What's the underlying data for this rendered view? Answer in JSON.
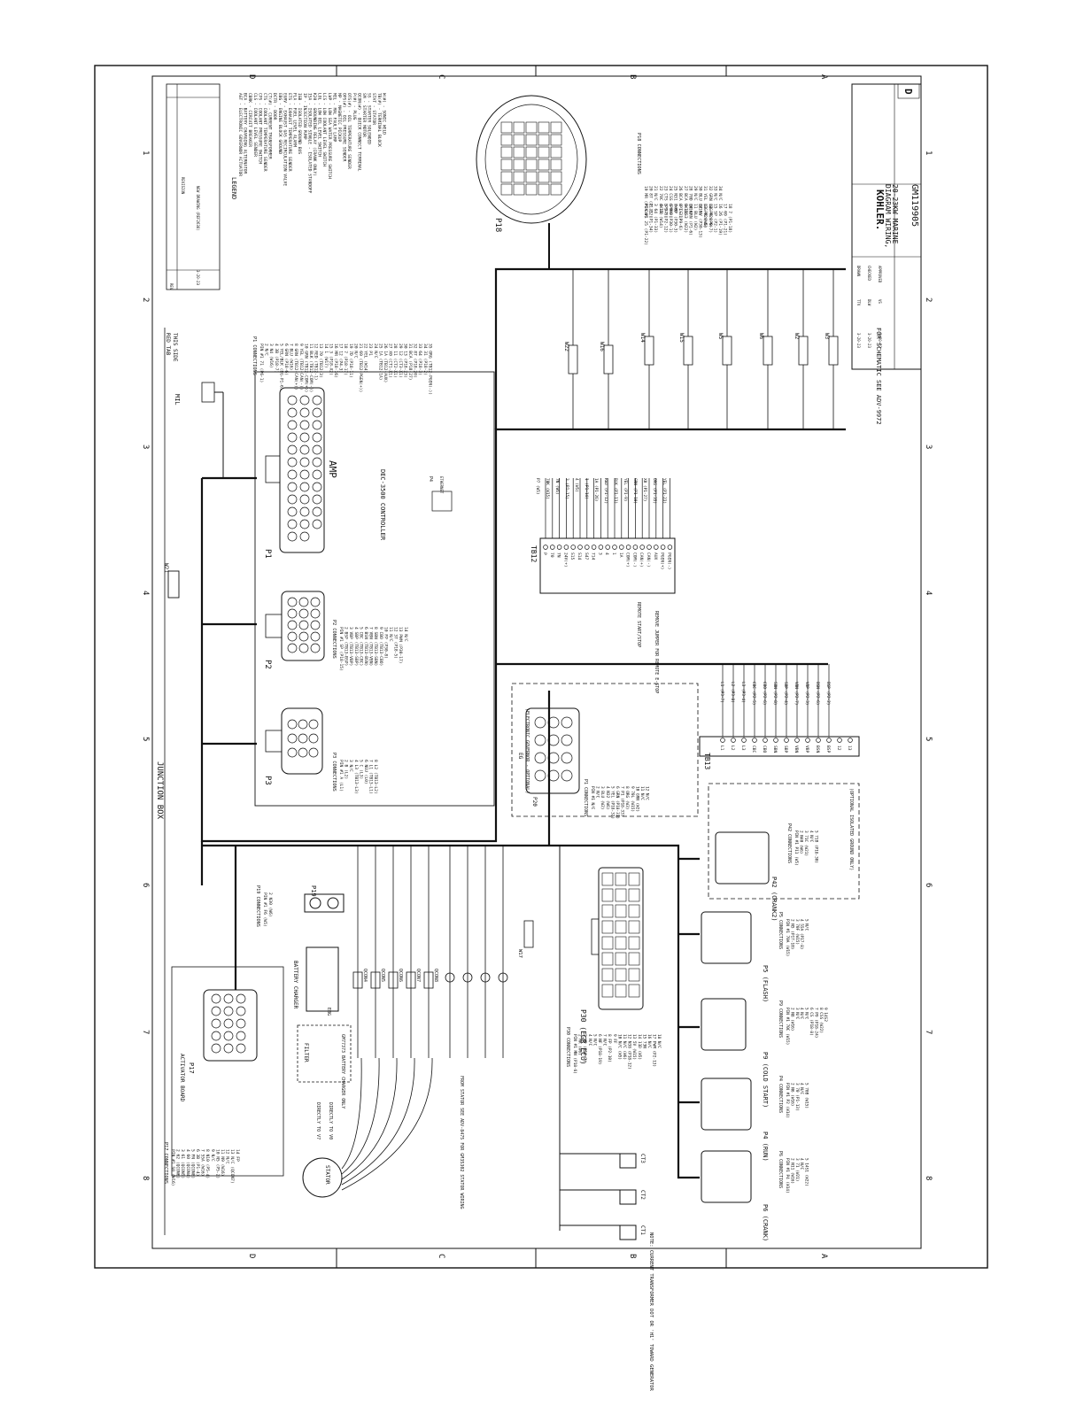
{
  "sheet": {
    "zones_side": [
      "D",
      "C",
      "B",
      "A"
    ],
    "zones_top": [
      "1",
      "2",
      "3",
      "4",
      "5",
      "6",
      "7",
      "8"
    ]
  },
  "title_block": {
    "brand": "KOHLER.",
    "title_line1": "DIAGRAM WIRING,",
    "title_line2": "20-23KW MARINE",
    "doc_number": "GM119905",
    "size": "D",
    "rev_table": [
      "REV",
      "DATE",
      "REVISION",
      "-",
      "3-20-23",
      "NEW DRAWING (REF2638)"
    ],
    "approvals": [
      "DRAWN",
      "TTV",
      "3-20-23",
      "CHECKED",
      "DLW",
      "3-20-23",
      "APPROVED",
      "VS",
      "3-20-23"
    ]
  },
  "legend": {
    "title": "LEGEND",
    "items": [
      "AGT - ELECTRONIC GOVERNOR ACTUATOR",
      "BCA - BATTERY CHARGING ALTERNATOR",
      "CBRK - CIRCUIT BREAKER",
      "CLS - COOLANT LEVEL SENDER",
      "CPS - COOLANT PRESSURE SWITCH",
      "CTS - COOLANT TEMPERATURE SENDER",
      "CT(#) - CURRENT TRANSFORMER",
      "DCTR - DOOR",
      "EBG - ENGINE BLOCK GROUND",
      "EGRV - EXHAUST GAS RECIRCULATION VALVE",
      "ETS - EXHAUST TEMPERATURE SENDER",
      "FLA - FUEL LEVEL ALARM",
      "IGB - ISOLATED GROUND BUS",
      "IP - INJECTION PUMP",
      "ISA - ISOLATED SINGLE - ISOLATED STANDOFF",
      "K20 - GROUNDING RELAY (CRANK ONLY)",
      "LOL - LOW OIL LEVEL SWITCH",
      "LCS - LOW COOLANT LEVEL SWITCH",
      "LWP - LOW SEA WATER PRESSURE SWITCH",
      "MIL - MAL FAULT LAMP",
      "MP - MAGNETIC PICKUP",
      "OPS(#) - OIL PRESSURE SENDER",
      "OTS(#) - OIL TEMPERATURE SENDER",
      "P(#) - PLUG",
      "QCON(#) - QUICK CONNECT TERMINAL",
      "SM - STARTER MOTOR",
      "SS - STARTER SOLENOID",
      "STAT - STATOR",
      "TB(#) - TERMINAL BLOCK",
      "W(#) - SONIC WELD"
    ]
  },
  "labels": {
    "junction_box": "JUNCTION BOX",
    "controller": "DEC-3500 CONTROLLER",
    "amp": "AMP",
    "red_tab": "RED TAB",
    "this_side": "THIS SIDE",
    "mil": "MIL",
    "p4_ethernet": "P4",
    "ethernet": "ETHERNET",
    "tb12": "TB12",
    "tb13": "TB13",
    "p18": "P18",
    "remote_start": "REMOTE START/STOP",
    "remove_jumper": "REMOVE JUMPER FOR REMOTE E-STOP",
    "schematic_ref": "FOR SCHEMATIC SEE ADV-9972",
    "activator_board": "ACTIVATOR BOARD",
    "p17": "P17",
    "battery_charger": "BATTERY CHARGER",
    "filter": "FILTER",
    "charger_part": "GM77373 BATTERY CHARGER ONLY",
    "stator": "STATOR",
    "directly_v7": "DIRECTLY TO V7",
    "directly_v0": "DIRECTLY TO V0",
    "p19": "P19",
    "from_stator": "FROM STATOR SEE ADV-8475 FOR GM35302 STATOR WIRING",
    "p30": "P30 (EGR ECU)",
    "eg": "EG",
    "eg_sub": "(ELECTRONIC GOVERNOR - OPTIONAL)",
    "p20": "P20",
    "p42": "P42 (CRANK2)",
    "optional_ground": "(OPTIONAL ISOLATED GROUND ONLY)",
    "p5": "P5 (FLASH)",
    "p9": "P9 (COLD START)",
    "p4": "P4 (RUN)",
    "p6": "P6 (CRANK)",
    "note": "NOTE: CURRENT TRANSFORMER DOT OR 'H1' TOWARD GENERATOR",
    "ebg": "EBG",
    "ct1": "CT1",
    "ct2": "CT2",
    "ct3": "CT3"
  },
  "connector_labels": [
    "P1",
    "P2",
    "P3",
    "W21",
    "W22",
    "W16",
    "W14",
    "W15",
    "W5",
    "W6",
    "W2",
    "W3",
    "W17",
    "QCON4",
    "QCON5",
    "QCON6",
    "QCON7",
    "QCON8"
  ],
  "tb12_terminals": [
    "P",
    "70",
    "7N",
    "24V(+)",
    "S15",
    "S14",
    "S47",
    "714",
    "3",
    "4",
    "1",
    "1A",
    "COM(+)",
    "COM(-)",
    "CAN(+)",
    "CAN(-)",
    "AUX",
    "PGEN(+)",
    "PGEN(-)"
  ],
  "tb12_wires": [
    "P7 (W5)",
    "70K (W15)",
    "7N (W6)",
    "3 (P1-15)",
    "4 (W5)",
    "1 (P1-14)",
    "1A (P1-26)",
    "RED (P1-12)",
    "BLK (P1-11)",
    "YEL (P1-9)",
    "GRN (P1-10)",
    "X0 (P1-27)",
    "ORG (P1-35)",
    "YEL (P1-23)"
  ],
  "tb13_terminals": [
    "L1",
    "L2",
    "L3",
    "CBC",
    "CBO",
    "SBN",
    "SBP",
    "VBN",
    "VBP",
    "BSN",
    "BSP",
    "12",
    "13"
  ],
  "tb13_wires": [
    "L1 (P3-7)",
    "L2 (P3-8)",
    "L3 (P3-4)",
    "CBC (P2-5)",
    "CBO (P2-6)",
    "SBN (P2-8)",
    "SBP (P2-4)",
    "VBN (P2-7)",
    "VBP (P2-3)",
    "BSN (P2-6)",
    "BSP (P2-2)"
  ],
  "conn_tables": {
    "p1": {
      "title": "P1 CONNECTIONS",
      "rows": [
        "PIN #1  71     (P6-1)",
        "2  N/C",
        "3  N4     (W16)",
        "4  3B     (P18-7)",
        "5  YEL/BLK (EG-P1-6)",
        "6  GRN    (P18-6)",
        "7  BLU    (W16)",
        "8  GRN    (TB12-CAN(+))",
        "9  YEL    (TB12-CAN(-))",
        "10  GRN   (TB12-COM(+))",
        "11  BLK   (TB12-COM(-))",
        "12  RED   (TB12-1)",
        "13  70    (TB12-3)",
        "14  1     (W17)",
        "15  3     (P18-X2)",
        "16  MR    (P18-16)",
        "17  12    (P4-3)",
        "18  7     (P18-17)",
        "19  7D    (P18-11)",
        "20  N/C",
        "21  69    (TB12-PGEN(+))",
        "22  YEL   (W14)",
        "23  P1",
        "24  N/C",
        "25  1A    (TB12-1A)",
        "26  1A    (TB12-AUX)",
        "27  X0    (CT1-X1)",
        "28  11    (CT2-X1)",
        "29  12    (CT3-X1)",
        "30  13    (P18-23)",
        "31  BCA   (P18-27)",
        "32  87    (P18-20)",
        "33  64    (P18-3)",
        "34  31    (P18-2)",
        "35  ORG   (TB12-PGEN(-))"
      ]
    },
    "p2": {
      "title": "P2 CONNECTIONS",
      "rows": [
        "PIN #1  SP   (P18-15)",
        "2  BSP  (TB13-BSP)",
        "3  VBP  (TB13-VBP)",
        "4  SBP  (TB13-SBP)",
        "5  CBC  (TB13-CBC)",
        "6  BSN  (TB13-BSN)",
        "7  VBN  (TB13-VBN)",
        "8  SBN  (TB13-SBN)",
        "9  CBO  (TB13-CBO)",
        "10  FP  (P30-8)",
        "11  N/C",
        "12  37  (P18-5)",
        "13  PWM (P30-17)",
        "14  N/C"
      ]
    },
    "p3": {
      "title": "P3 CONNECTIONS",
      "rows": [
        "PIN #1  A    (L1)",
        "2  B    (L2)",
        "3  N/C",
        "4  L3   (TB13-L3)",
        "5  C    (L3)",
        "6  NEU  (L0)",
        "7  L1   (TB13-L1)",
        "8  L2   (TB13-L2)"
      ]
    },
    "p18": {
      "title": "P18 CONNECTIONS",
      "rows": [
        "PIN #1  25  (P1-22)",
        "2  31  (P1-34)",
        "3  64  (P1-33)",
        "4  14  (W14)",
        "5  37  (P2-12)",
        "6  MN  (P30-1)",
        "7  MP  (P30-3)",
        "8  CS  (P9-6)",
        "9  14S3 (W22)",
        "10  GRN (P1-6)",
        "11  BLU (W2)",
        "12  5V  (P30-13)",
        "13  P8  (W6)",
        "14  P9  (P9-7)",
        "15  SP  (P2-1)",
        "16  26  (P1-19)",
        "17  69  (P1-21)",
        "18  7   (P1-18)",
        "19  MR  (P1-16)",
        "20  87  (P1-32)",
        "21  N/C",
        "22  70C (W15)",
        "23  CTS (P9-8)",
        "24  CSS (P9-9)",
        "25  N31 (W6)",
        "26  BCA (P1-31)",
        "27  BCA (W15)",
        "28  70D (W16)",
        "29  N/C",
        "30  BLU (W16)",
        "31  YEL (EG-P20-5)",
        "32  GRN (EG-P20-6)",
        "33  N/C",
        "34  N/C"
      ]
    },
    "eg": {
      "title": "P1 CONNECTIONS",
      "rows": [
        "PIN #1  N/C",
        "2  N/C",
        "3  BLU (W2)",
        "4  N32 (W6)",
        "5  YEL (P18-32)",
        "6  GRN (P18-31)",
        "7  P1 (P18-33)",
        "8  ORG (W3)",
        "9  70L (W15)",
        "10  GRN (W2)",
        "11  N/C",
        "12  N/C"
      ]
    },
    "p17": {
      "title": "P17 CONNECTIONS",
      "rows": [
        "PIN #1  S0   (W16)",
        "2  62   (QCON6)",
        "3  61   (QCON5)",
        "4  60   (QCON4)",
        "5  FN   (QCON8)",
        "6  3B   (P1-4)",
        "7  55A  (W16)",
        "8  N10  (P5-4)",
        "9  N/C",
        "10  N5  (P5-2)",
        "11  N9  (W16)",
        "12  N/C",
        "13  N/C (QCON7)",
        "14  FP"
      ]
    },
    "p19": {
      "title": "P19 CONNECTIONS",
      "rows": [
        "PIN #1  F6  (W5)",
        "2  N30  (W6)"
      ]
    },
    "p30": {
      "title": "P30 CONNECTIONS",
      "rows": [
        "PIN #1  MN  (P18-6)",
        "2  MR  (W6)",
        "3  MP  (P18-7)",
        "4  N/C",
        "5  N/C",
        "6  NF  (P18-19)",
        "7  N/C",
        "8  FP  (P2-10)",
        "9  FF",
        "10  N/C (W5)",
        "11  N/C (W6)",
        "12  N38 (P18-12)",
        "13  5V (W15)",
        "14  11D (W5)",
        "15  73N",
        "16  N/C",
        "17  PWM (P2-13)",
        "18  N/C"
      ]
    },
    "p42": {
      "title": "P42 CONNECTIONS",
      "rows": [
        "PIN #1  P11  (W5)",
        "2  N40  (W6)",
        "3  71C  (W21)",
        "4  N/C",
        "5  71B  (P18-30)"
      ]
    },
    "p5": {
      "title": "P5 CONNECTIONS",
      "rows": [
        "PIN #1  70A  (W15)",
        "2  N5  (P17-10)",
        "3  70F  (W15)",
        "4  55A  (P17-8)",
        "5  N/C"
      ]
    },
    "p9": {
      "title": "P9 CONNECTIONS",
      "rows": [
        "PIN #1  70C  (W15)",
        "2  N8  (W16)",
        "3  N/C",
        "4  N/C",
        "5  N/C",
        "6  CS  (P18-8)",
        "7  P9  (P18-24)",
        "8  CSS (W22)",
        "9  14S2"
      ]
    },
    "p4": {
      "title": "P4 CONNECTIONS",
      "rows": [
        "PIN #1  P2  (W14)",
        "2  N6  (W16)",
        "3  70  (P1-13)",
        "4  N/C",
        "5  70B  (W15)"
      ]
    },
    "p6": {
      "title": "P6 CONNECTIONS",
      "rows": [
        "PIN #1  P4  (W14)",
        "2  N11  (W16)",
        "3  71  (W21)",
        "4  N/C",
        "5  14S1  (W22)"
      ]
    }
  }
}
